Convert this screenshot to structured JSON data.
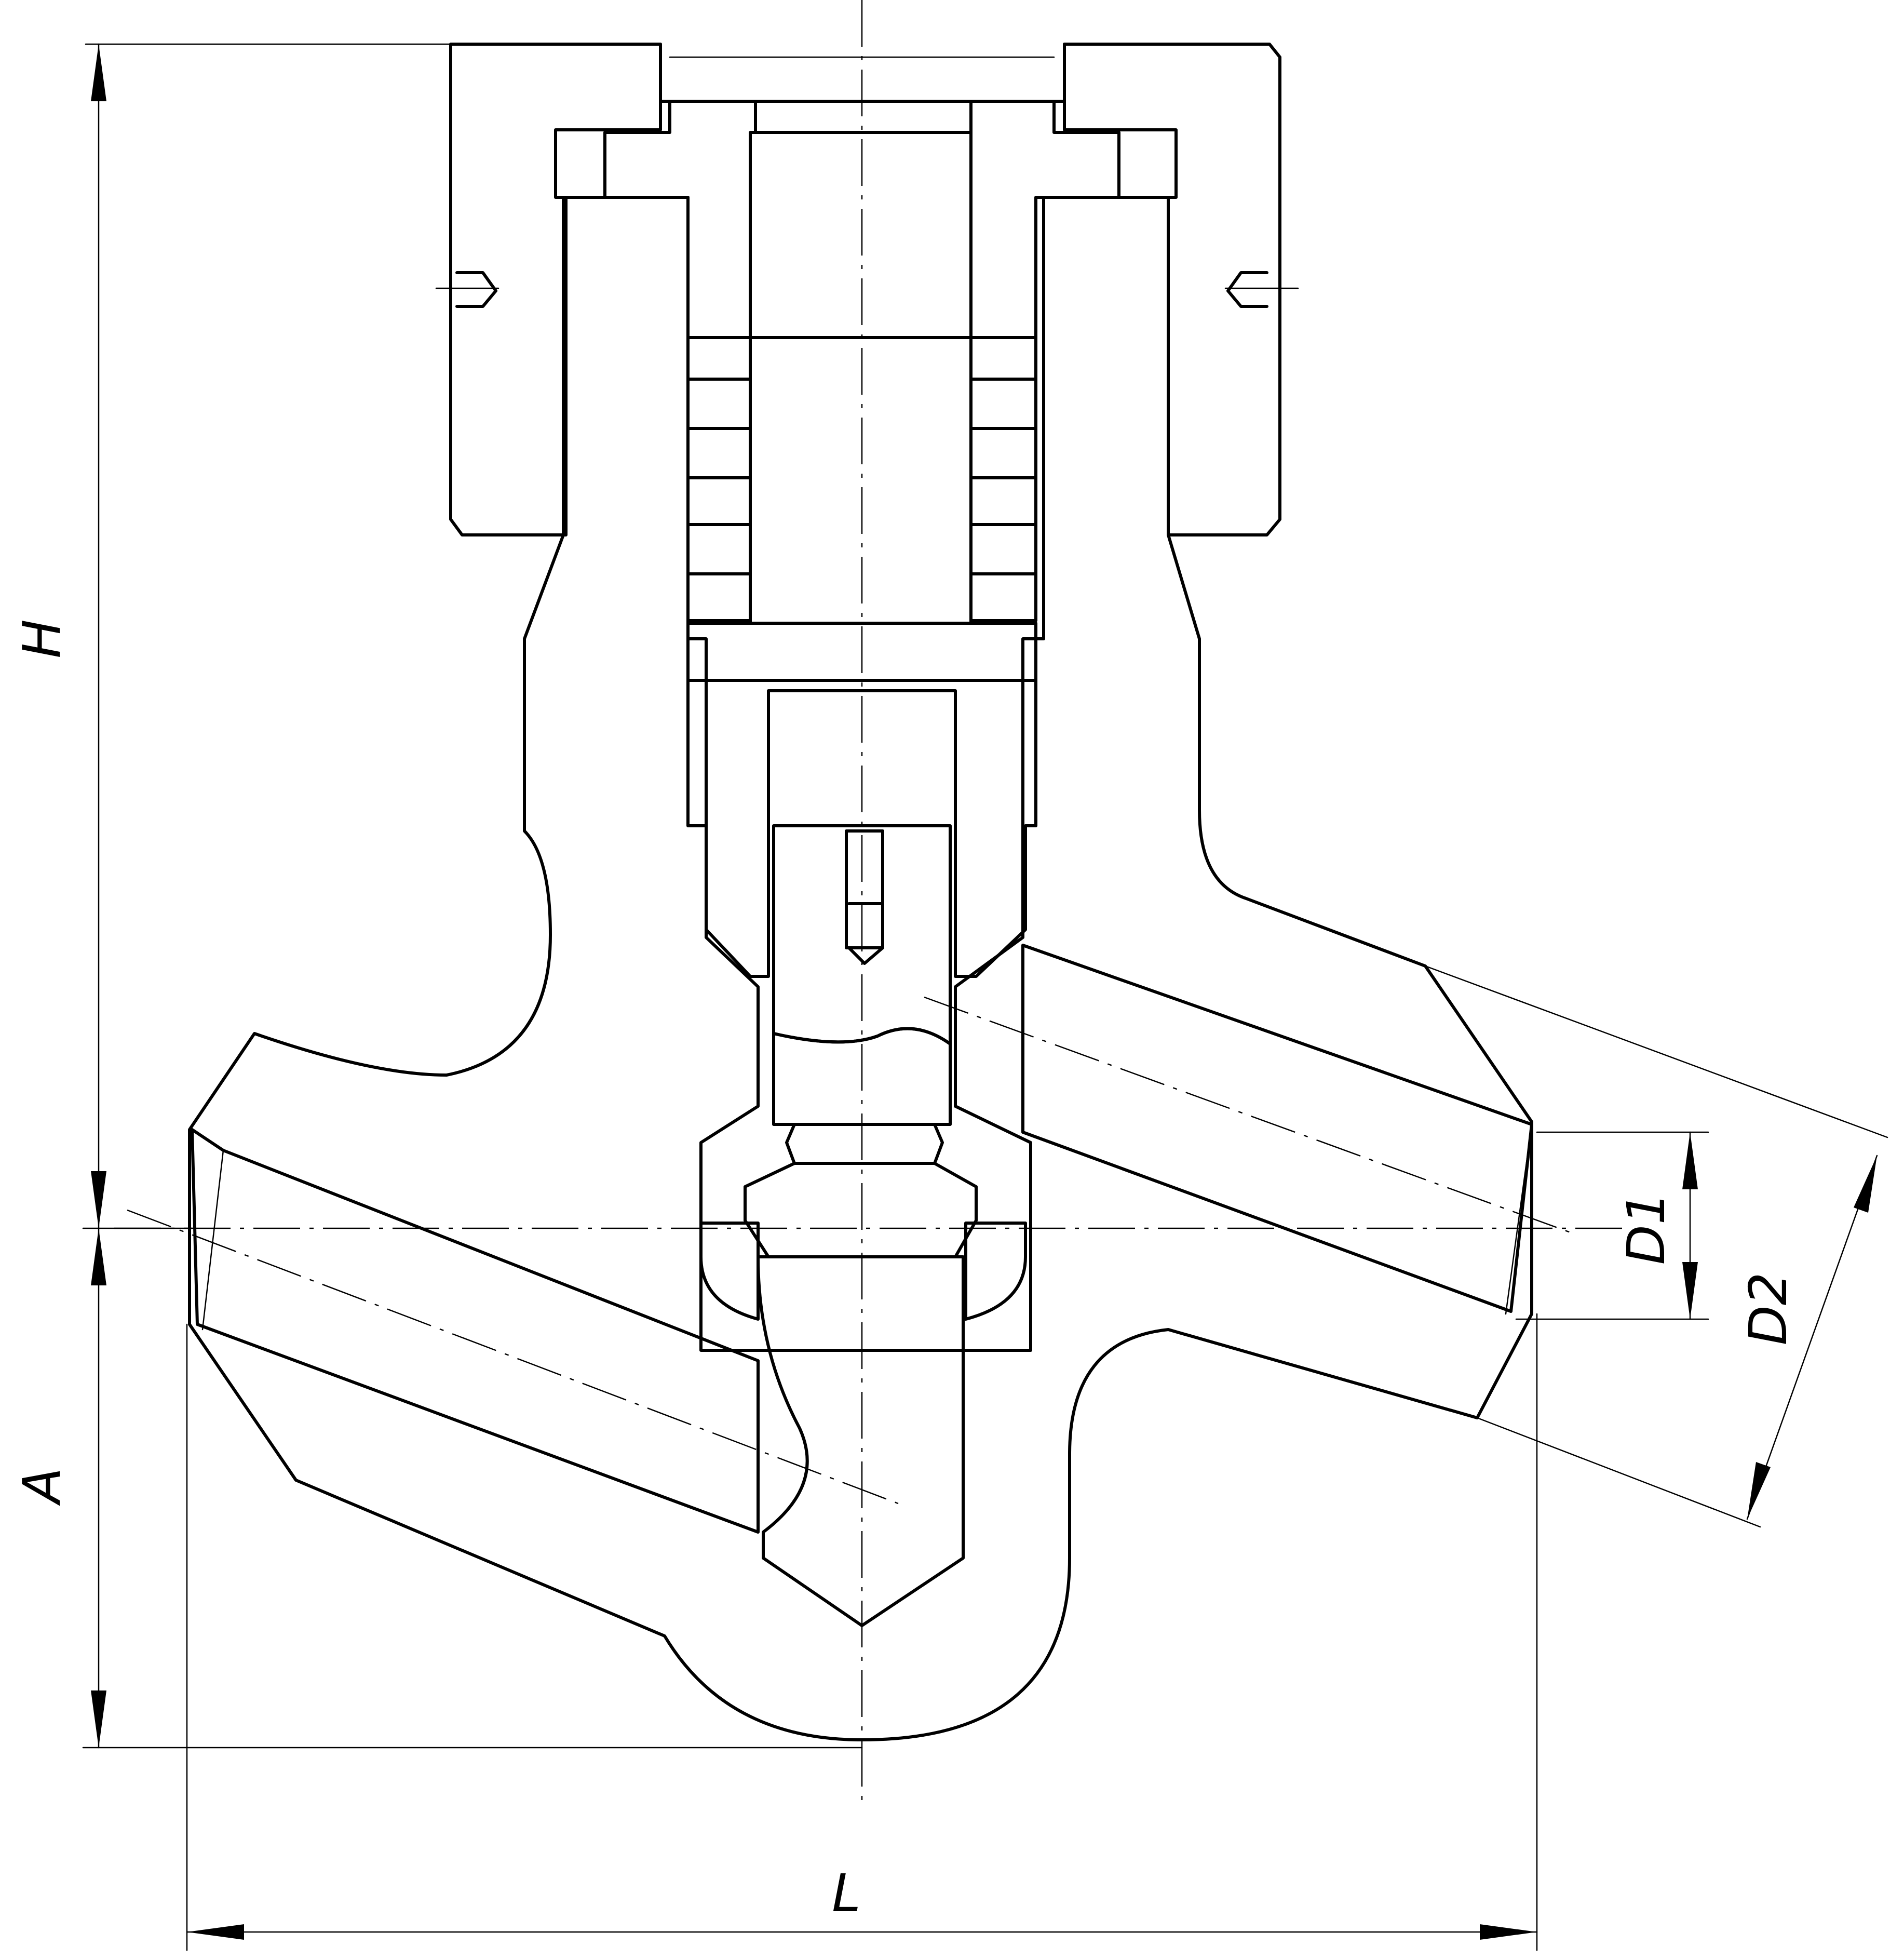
{
  "dimensions": {
    "H": "H",
    "A": "A",
    "L": "L",
    "D1": "D1",
    "D2": "D2"
  }
}
